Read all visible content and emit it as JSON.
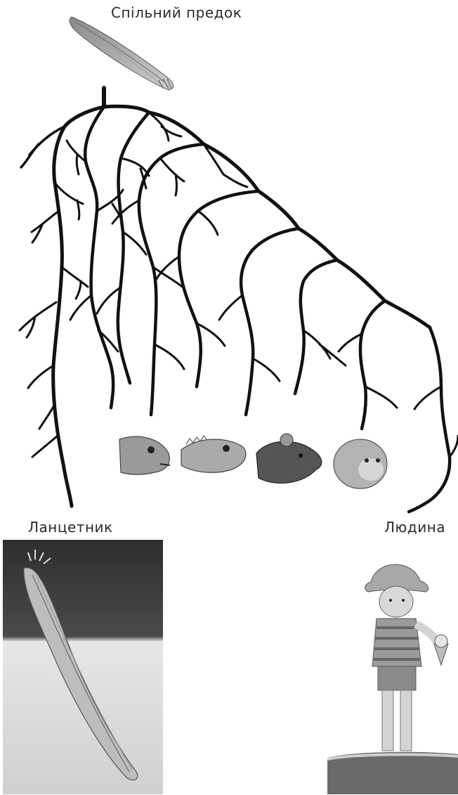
{
  "labels": {
    "ancestor": "Спільний предок",
    "lancelet": "Ланцетник",
    "human": "Людина"
  },
  "icons": {
    "ancestor": "lancelet-ancestor-illustration",
    "fish": "fish-head-illustration",
    "lizard": "lizard-head-illustration",
    "rat": "rat-head-illustration",
    "monkey": "monkey-head-illustration",
    "lancelet_photo": "lancelet-underwater-illustration",
    "human_photo": "boy-with-ice-cream-illustration"
  },
  "colors": {
    "branch": "#111111",
    "text": "#2a2a2a"
  }
}
